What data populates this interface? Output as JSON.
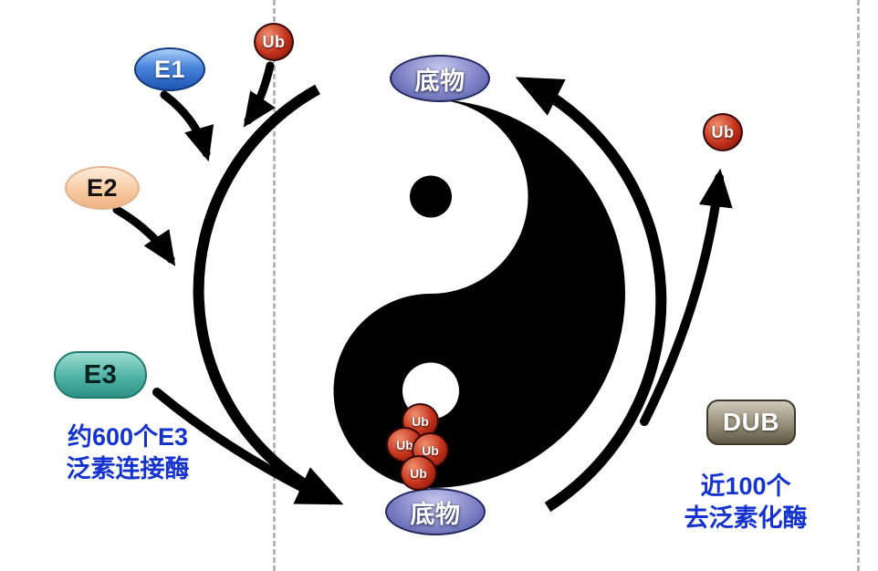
{
  "diagram": {
    "badges": {
      "e1": {
        "label": "E1"
      },
      "e2": {
        "label": "E2"
      },
      "e3": {
        "label": "E3"
      },
      "dub": {
        "label": "DUB"
      },
      "substrate_top": {
        "label": "底物"
      },
      "substrate_bottom": {
        "label": "底物"
      },
      "ub_free_top": {
        "label": "Ub"
      },
      "ub_free_right": {
        "label": "Ub"
      }
    },
    "ub_chain": [
      {
        "label": "Ub"
      },
      {
        "label": "Ub"
      },
      {
        "label": "Ub"
      },
      {
        "label": "Ub"
      }
    ],
    "notes": {
      "e3_count_line1": "约600个E3",
      "e3_count_line2": "泛素连接酶",
      "dub_count_line1": "近100个",
      "dub_count_line2": "去泛素化酶"
    },
    "colors": {
      "e1_fill": "#3e79d9",
      "e2_fill": "#f8cda6",
      "e3_fill": "#4fb3a5",
      "ub_fill": "#b52a16",
      "substrate_fill": "#7074bd",
      "dub_fill": "#8d8571",
      "note_text": "#1433cf",
      "arrow": "#000000"
    }
  }
}
